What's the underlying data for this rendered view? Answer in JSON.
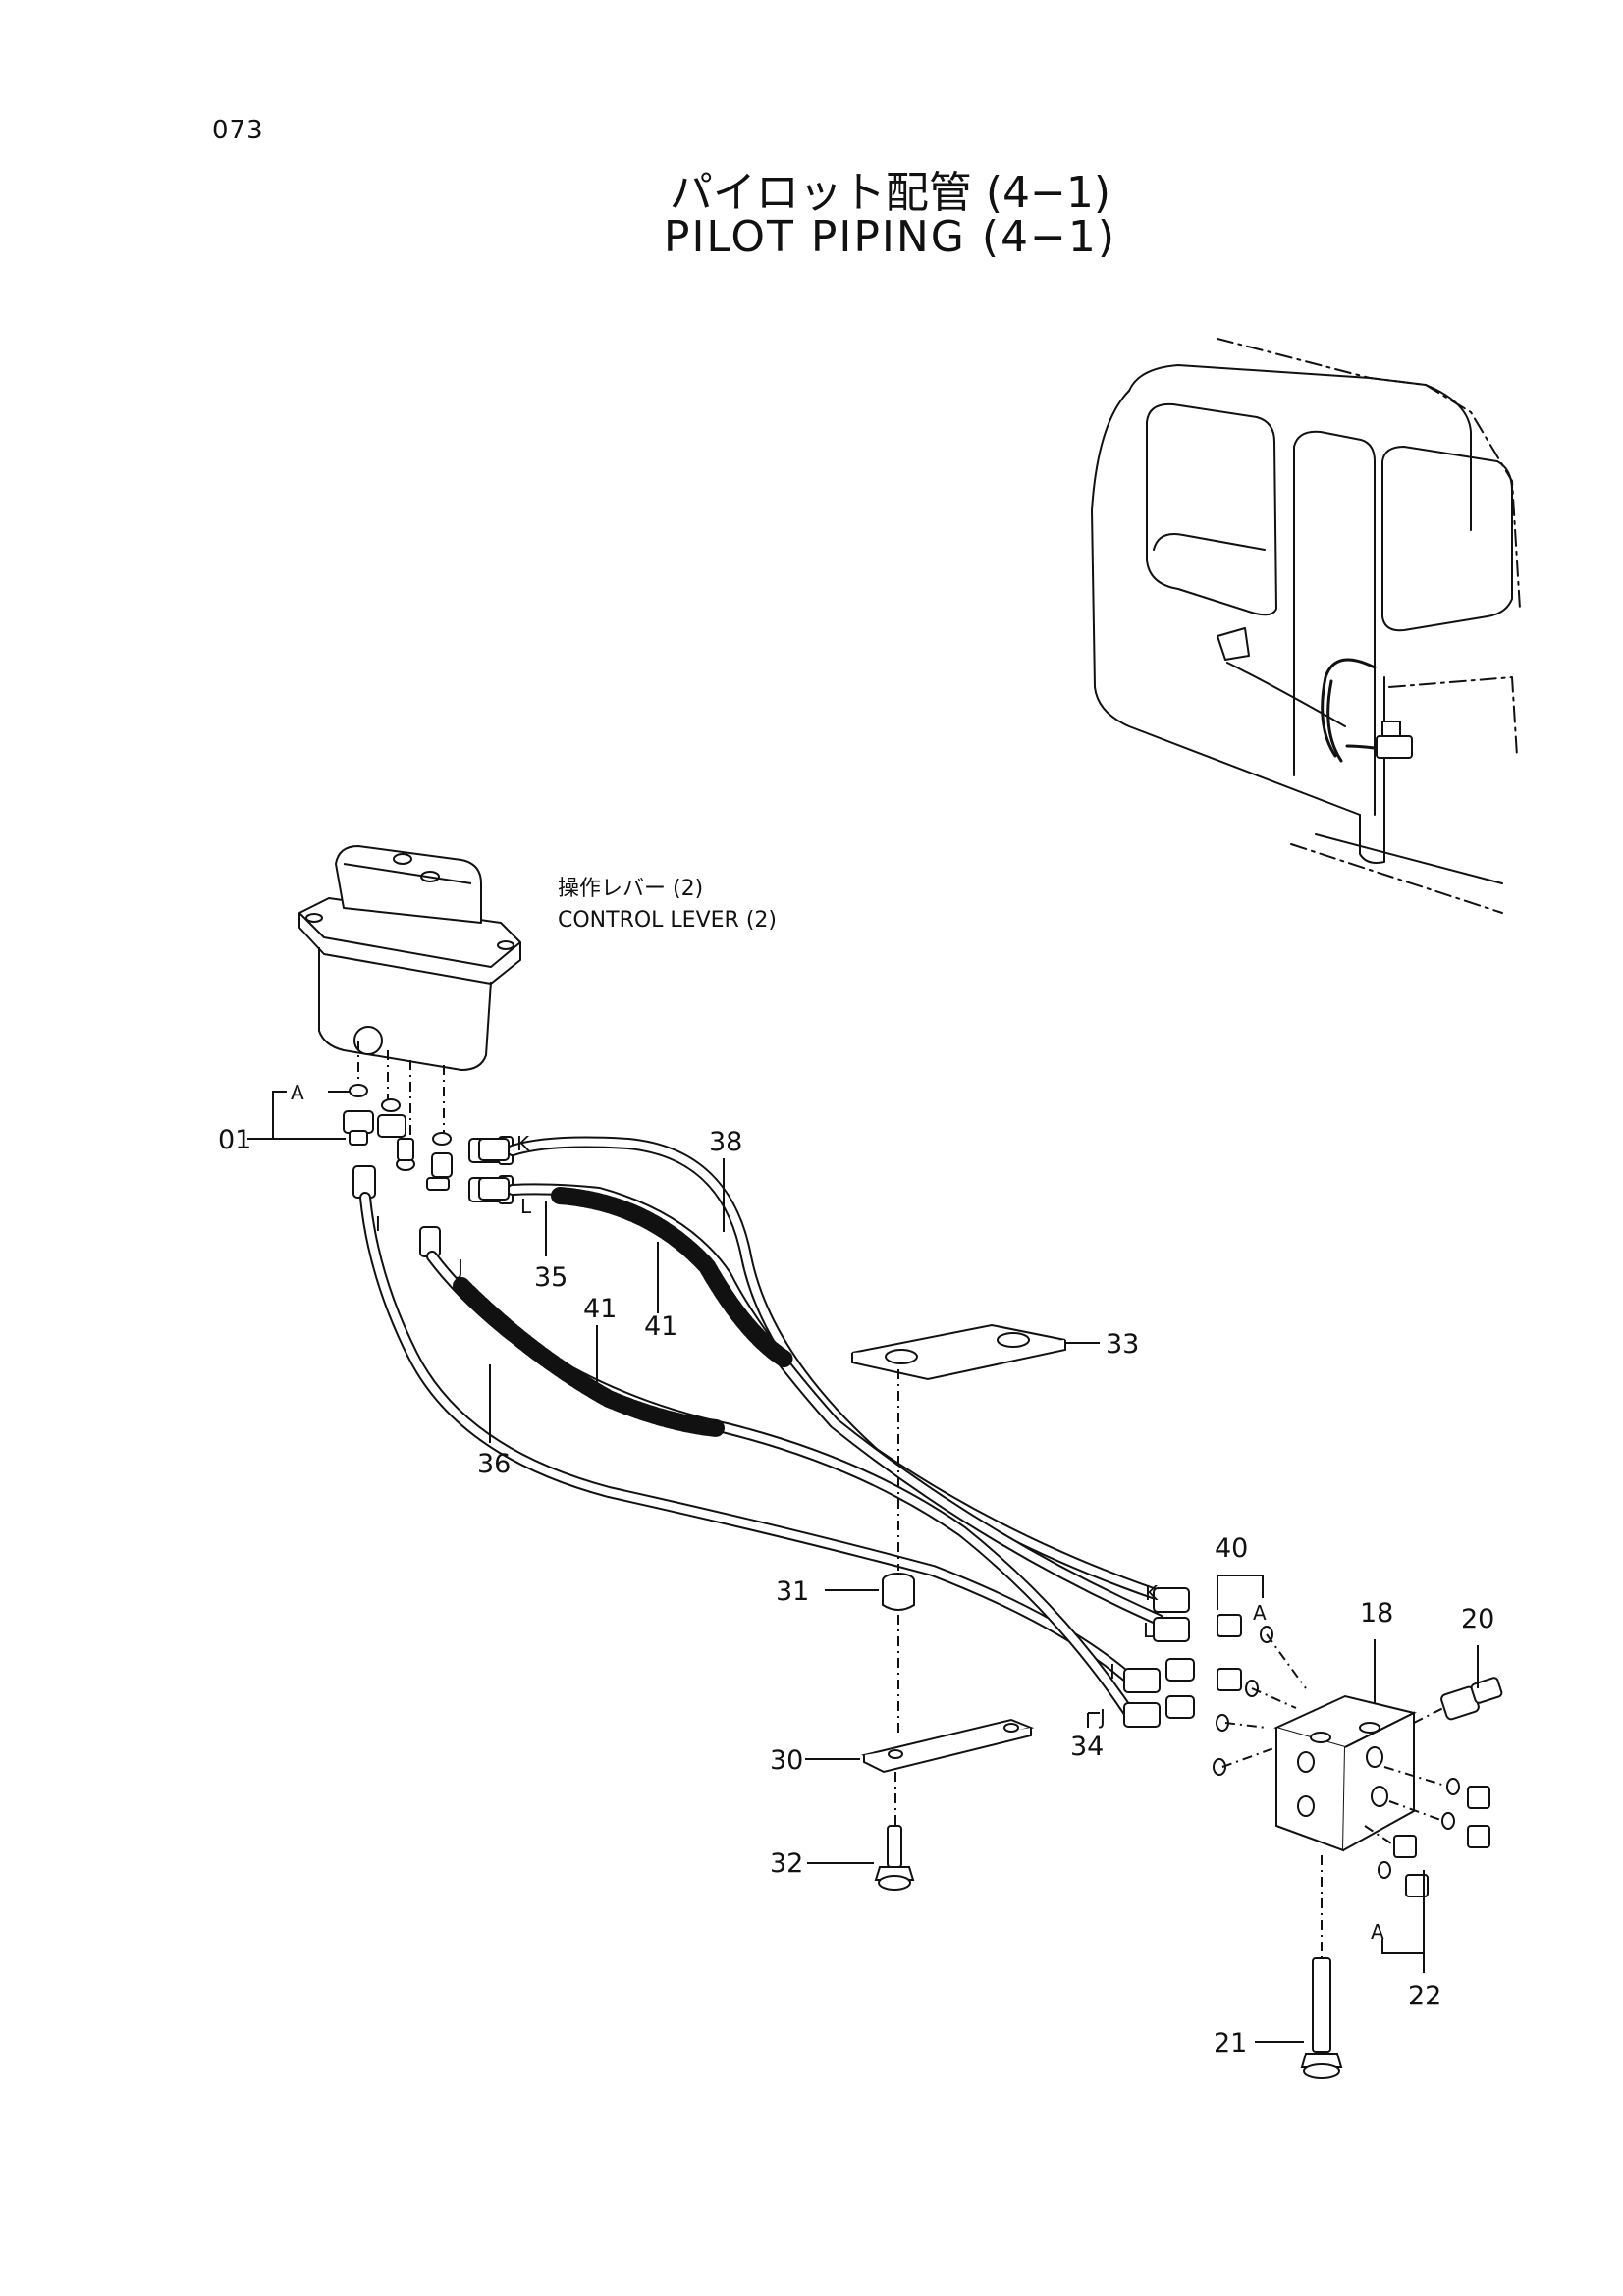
{
  "page": {
    "number": "073"
  },
  "title": {
    "japanese": "パイロット配管 (4−1)",
    "english": "PILOT PIPING (4−1)"
  },
  "note": {
    "japanese": "操作レバー (2)",
    "english": "CONTROL LEVER (2)"
  },
  "callouts": [
    "01",
    "18",
    "20",
    "21",
    "22",
    "30",
    "31",
    "32",
    "33",
    "34",
    "35",
    "36",
    "38",
    "40",
    "41",
    "41"
  ],
  "tags": {
    "a": "A",
    "i": "I",
    "j": "J",
    "k": "K",
    "l": "L"
  }
}
